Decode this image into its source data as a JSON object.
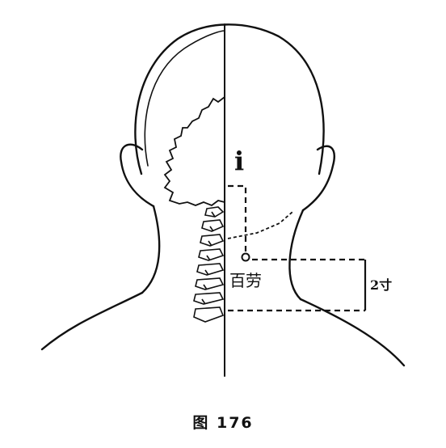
{
  "labels": {
    "top_mark": "i",
    "point_name": "百劳",
    "side_mark": "2寸"
  },
  "caption": "图 176"
}
